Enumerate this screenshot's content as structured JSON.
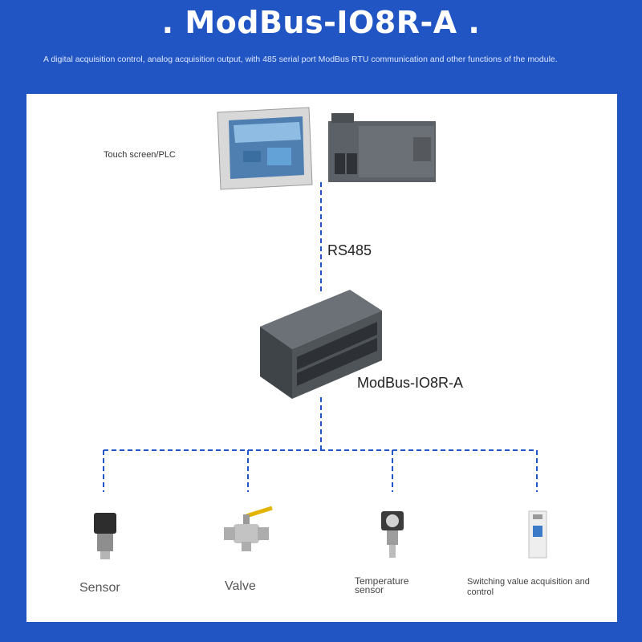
{
  "header": {
    "title": ". ModBus-IO8R-A .",
    "subtitle": "A digital acquisition control, analog acquisition output, with 485 serial port ModBus RTU communication and other functions of the module."
  },
  "diagram": {
    "top_label": "Touch screen/PLC",
    "bus_label": "RS485",
    "module_label": "ModBus-IO8R-A",
    "devices": [
      {
        "label": "Sensor"
      },
      {
        "label": "Valve"
      },
      {
        "label": "Temperature sensor"
      },
      {
        "label": "Switching value acquisition and control"
      }
    ]
  },
  "colors": {
    "background": "#2255c4",
    "connector": "#1e55c8",
    "panel": "#ffffff"
  }
}
